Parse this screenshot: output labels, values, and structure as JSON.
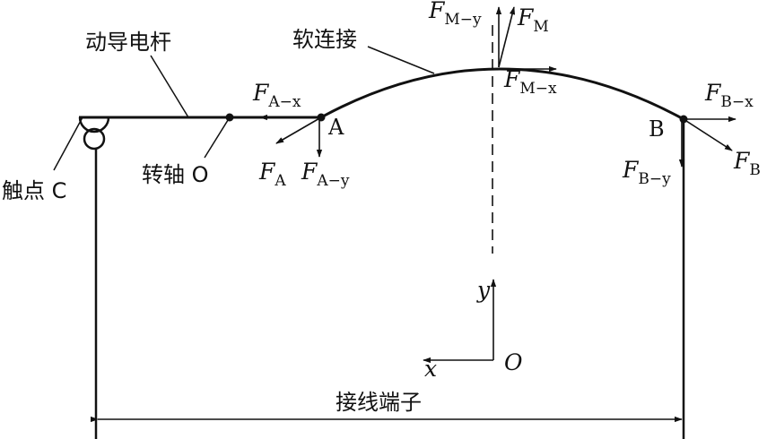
{
  "labels": {
    "moving_rod": "动导电杆",
    "soft_connection": "软连接",
    "pivot": "转轴 O",
    "contact": "触点 C",
    "terminal": "接线端子",
    "point_a": "A",
    "point_b": "B",
    "axis_x": "x",
    "axis_y": "y",
    "origin": "O"
  },
  "forces": {
    "F": "F",
    "fa_x_sub": "A−x",
    "fa_sub": "A",
    "fa_y_sub": "A−y",
    "fm_y_sub": "M−y",
    "fm_sub": "M",
    "fm_x_sub": "M−x",
    "fb_x_sub": "B−x",
    "fb_sub": "B",
    "fb_y_sub": "B−y"
  }
}
